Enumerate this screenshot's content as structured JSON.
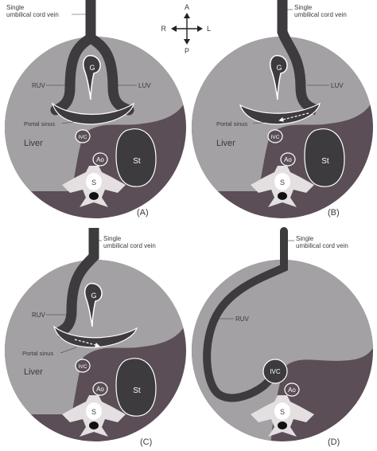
{
  "colors": {
    "dark": "#5b4e57",
    "liver": "#a3a1a3",
    "vessel": "#3d3b3d",
    "organ_outline": "#ffffff",
    "bone": "#e4dfe0",
    "text": "#3a3a3a",
    "white_text": "#ffffff"
  },
  "orientation": {
    "anterior": "A",
    "posterior": "P",
    "right": "R",
    "left": "L"
  },
  "panels": [
    {
      "id": "A",
      "letter": "(A)",
      "vein_label": "Single\numbilical cord vein",
      "ruv": "RUV",
      "luv": "LUV",
      "portal_sinus": "Portal sinus",
      "liver": "Liver",
      "gallbladder": "G",
      "ivc": "IVC",
      "aorta": "Ao",
      "stomach": "St",
      "spine": "S"
    },
    {
      "id": "B",
      "letter": "(B)",
      "vein_label": "Single\numbilical cord vein",
      "luv": "LUV",
      "portal_sinus": "Portal sinus",
      "liver": "Liver",
      "gallbladder": "G",
      "ivc": "IVC",
      "aorta": "Ao",
      "stomach": "St",
      "spine": "S"
    },
    {
      "id": "C",
      "letter": "(C)",
      "vein_label": "Single\numbilical cord vein",
      "ruv": "RUV",
      "portal_sinus": "Portal sinus",
      "liver": "Liver",
      "gallbladder": "G",
      "ivc": "IVC",
      "aorta": "Ao",
      "stomach": "St",
      "spine": "S"
    },
    {
      "id": "D",
      "letter": "(D)",
      "vein_label": "Single\numbilical cord vein",
      "ruv": "RUV",
      "ivc": "IVC",
      "aorta": "Ao",
      "spine": "S"
    }
  ]
}
